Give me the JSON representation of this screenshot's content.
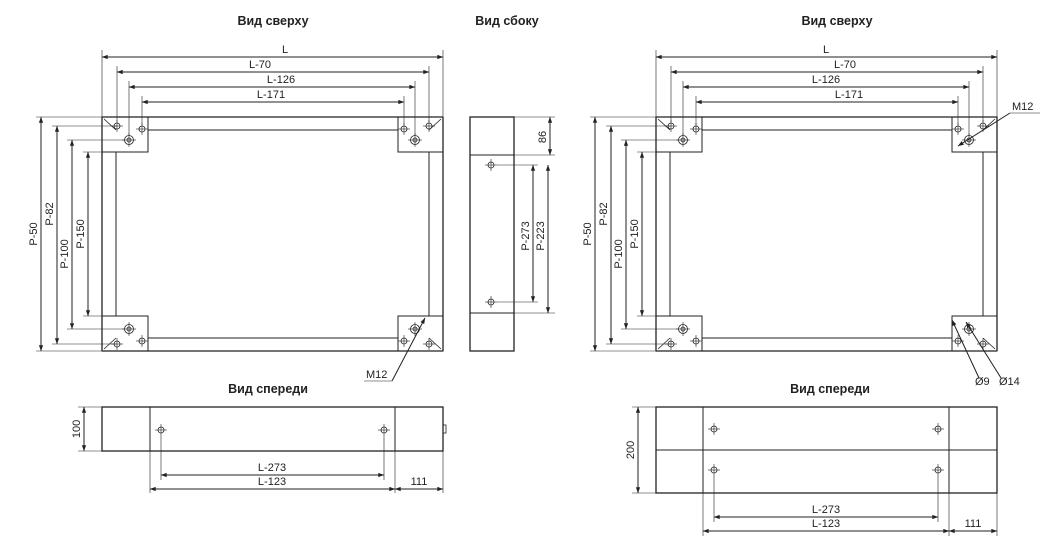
{
  "titles": {
    "top_view_left": "Вид сверху",
    "side_view": "Вид сбоку",
    "top_view_right": "Вид сверху",
    "front_view_left": "Вид спереди",
    "front_view_right": "Вид спереди"
  },
  "dims": {
    "l": "L",
    "l70": "L-70",
    "l126": "L-126",
    "l171": "L-171",
    "p50": "P-50",
    "p82": "P-82",
    "p100": "P-100",
    "p150": "P-150",
    "m12": "M12",
    "d86": "86",
    "p273": "P-273",
    "p223": "P-223",
    "h100": "100",
    "h200": "200",
    "l273": "L-273",
    "l123": "L-123",
    "d111": "111",
    "d9": "Ø9",
    "d14": "Ø14"
  }
}
